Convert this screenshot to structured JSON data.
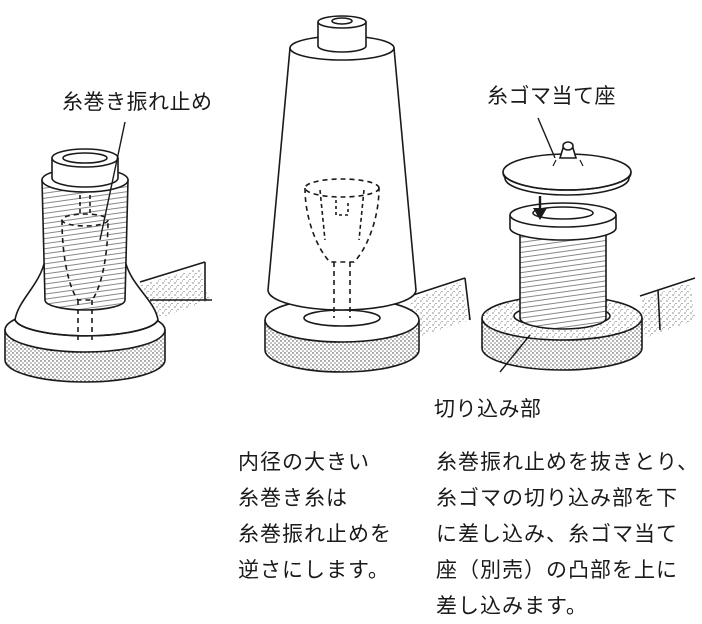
{
  "labels": {
    "thread_stopper": "糸巻き振れ止め",
    "cap_seat": "糸ゴマ当て座",
    "notch": "切り込み部"
  },
  "captions": {
    "middle": [
      "内径の大きい",
      "糸巻き糸は",
      "糸巻振れ止めを",
      "逆さにします。"
    ],
    "right": [
      "糸巻振れ止めを抜きとり、",
      "糸ゴマの切り込み部を下",
      "に差し込み、糸ゴマ当て",
      "座（別売）の凸部を上に",
      "差し込みます。"
    ]
  },
  "colors": {
    "line": "#1a1a1a",
    "fill": "#ffffff",
    "stipple": "#555555"
  }
}
